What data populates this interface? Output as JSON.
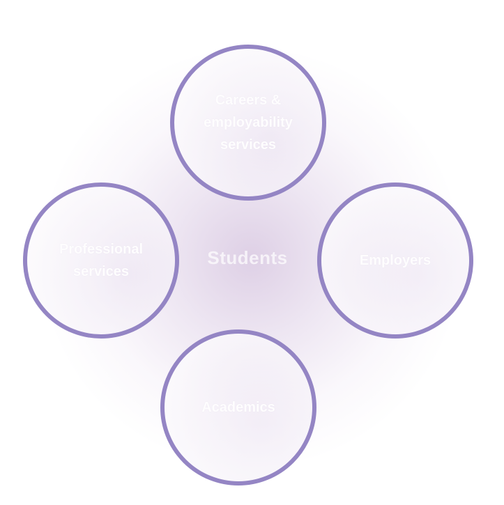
{
  "diagram": {
    "center": {
      "label": "Students"
    },
    "nodes": [
      {
        "id": "top",
        "label": "Careers & employability services"
      },
      {
        "id": "left",
        "label": "Professional services"
      },
      {
        "id": "right",
        "label": "Employers"
      },
      {
        "id": "bottom",
        "label": "Academics"
      }
    ],
    "colors": {
      "circle_stroke": "#9485c4",
      "glow": "#dccde4",
      "label_text": "#ffffff"
    }
  }
}
